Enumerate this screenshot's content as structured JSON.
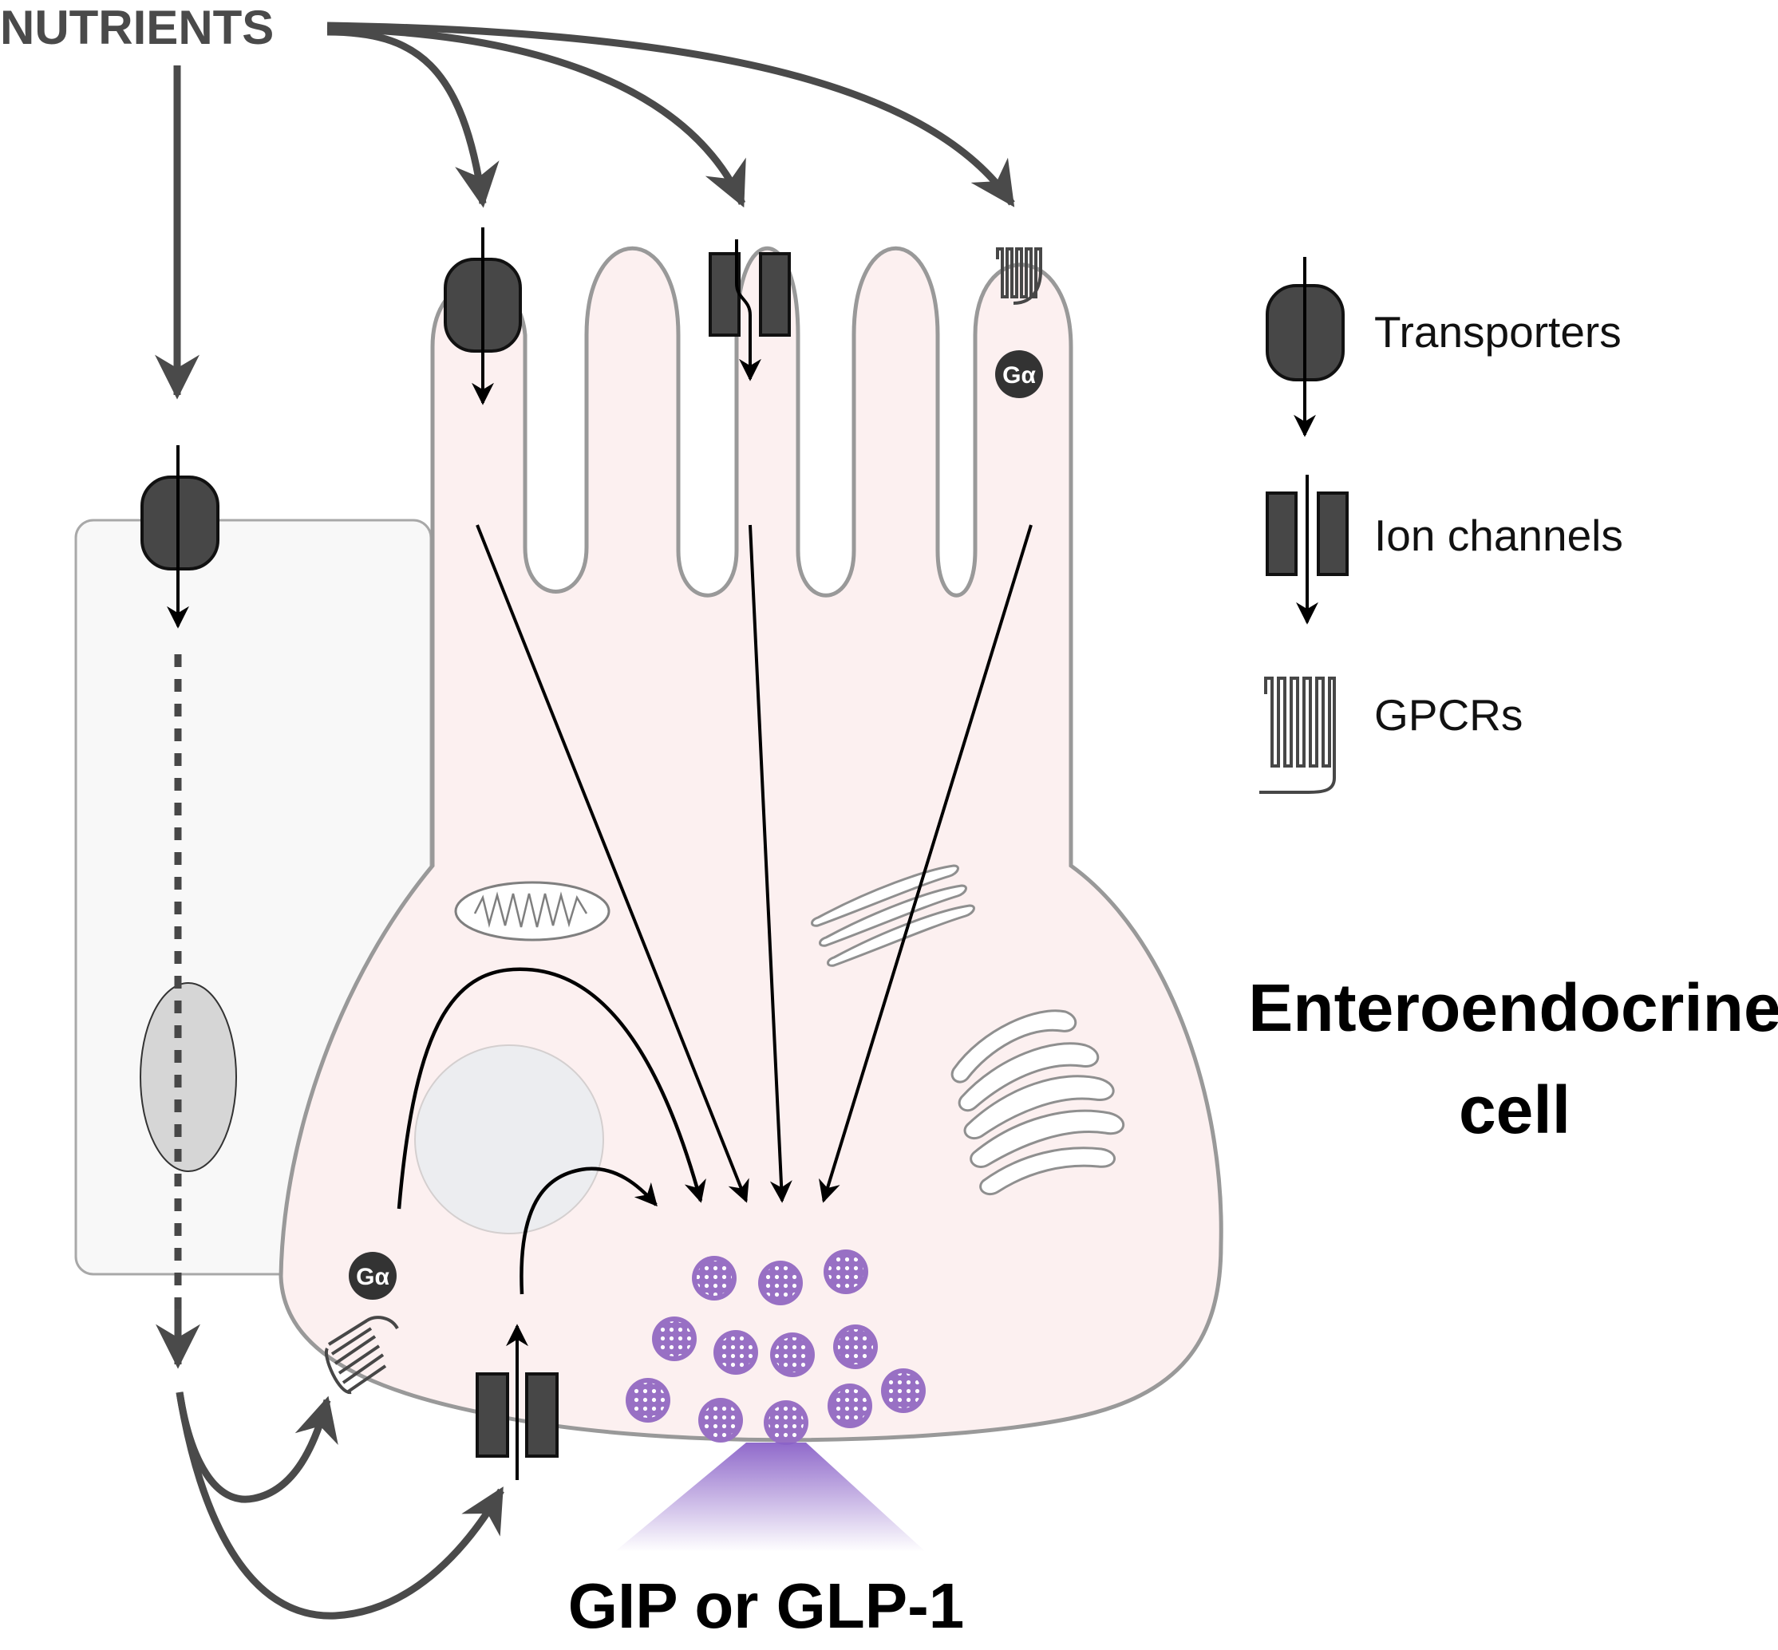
{
  "labels": {
    "nutrients": "NUTRIENTS",
    "cell_line1": "Enteroendocrine",
    "cell_line2": "cell",
    "output": "GIP or GLP-1",
    "g_alpha": "Gα"
  },
  "legend": [
    {
      "icon": "transporter-icon",
      "label": "Transporters"
    },
    {
      "icon": "ion-channel-icon",
      "label": "Ion channels"
    },
    {
      "icon": "gpcr-icon",
      "label": "GPCRs"
    }
  ],
  "colors": {
    "cell_fill": "#fcf0f0",
    "cell_stroke": "#999999",
    "neighbor_fill": "#f8f8f8",
    "nucleus_fill": "#ecedf0",
    "protein_dark": "#474747",
    "arrow_gray": "#4a4a4a",
    "granule_purple": "#9870c4",
    "secretion_purple": "#8a62c8"
  }
}
